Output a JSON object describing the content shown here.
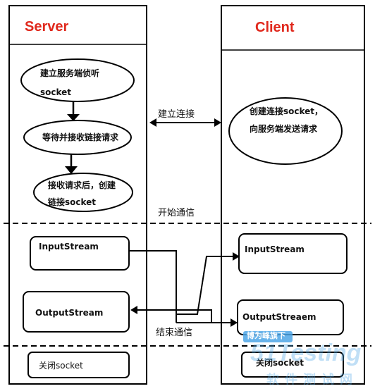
{
  "server": {
    "title": "Server",
    "step1_line1": "建立服务端侦听",
    "step1_line2": "socket",
    "step2": "等待并接收链接请求",
    "step3_line1": "接收请求后，创建",
    "step3_line2": "链接socket",
    "input_stream": "InputStream",
    "output_stream": "OutputStream",
    "close": "关闭socket"
  },
  "client": {
    "title": "Client",
    "connect_line1": "创建连接socket，",
    "connect_line2": "向服务端发送请求",
    "input_stream": "InputStream",
    "output_stream": "OutputStreaem",
    "close": "关闭socket"
  },
  "phases": {
    "connect": "建立连接",
    "start": "开始通信",
    "end": "结束通信"
  },
  "watermark": {
    "tag": "博为峰旗下",
    "brand": "51Testing",
    "subtitle": "软件测试网"
  },
  "colors": {
    "title": "#e0281c",
    "line": "#000000",
    "watermark": "#4da6e6"
  }
}
